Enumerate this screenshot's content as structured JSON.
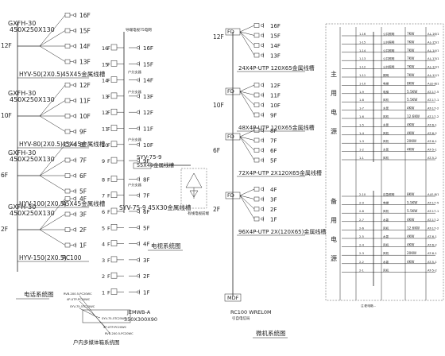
{
  "telephone": {
    "title": "电话系统图",
    "floors": [
      {
        "level": "12F",
        "box_code": "GXFH-30",
        "box_size": "450X250X130",
        "cable": "HYV-50(2X0.5)",
        "pipe": "45X45金属线槽",
        "outlets": [
          "16F",
          "15F",
          "14F",
          "13F"
        ]
      },
      {
        "level": "10F",
        "box_code": "GXFH-30",
        "box_size": "450X250X130",
        "cable": "HYV-80(2X0.5)",
        "pipe": "45X45金属线槽",
        "outlets": [
          "12F",
          "11F",
          "10F",
          "9F"
        ]
      },
      {
        "level": "6F",
        "box_code": "GXFH-30",
        "box_size": "450X250X130",
        "cable": "HYV-100(2X0.5)",
        "pipe": "45X45金属线槽",
        "outlets": [
          "8F",
          "7F",
          "6F",
          "5F"
        ]
      },
      {
        "level": "2F",
        "box_code": "GXFH-30",
        "box_size": "450X250X130",
        "cable": "HYV-150(2X0.5)",
        "pipe": "RC100",
        "outlets": [
          "4F",
          "3F",
          "2F",
          "1F"
        ]
      }
    ]
  },
  "tv": {
    "title": "电视系统图",
    "header_note": "导端电视75电网",
    "floors": [
      "16F",
      "15F",
      "14F",
      "13F",
      "12F",
      "11F",
      "10F",
      "9F",
      "8F",
      "7F",
      "6F",
      "5F",
      "4F",
      "3F",
      "2F",
      "1F"
    ],
    "side_labels": [
      {
        "level": "10F",
        "text": "户分支器"
      },
      {
        "level": "9F",
        "text": "户分支器"
      },
      {
        "level": "6F",
        "text": "户分支器"
      },
      {
        "level": "4F",
        "text": "户分支器"
      }
    ],
    "trunk_label": "SYV-75-9",
    "trunk_size": "55X40金属线槽",
    "bottom_label": "SYV-75-9 45X30金属线槽",
    "antenna_note": "有线电视前端"
  },
  "data_net": {
    "title": "微机系统图",
    "floors": [
      {
        "level": "12F",
        "box": "FD",
        "cable": "24X4P-UTP 120X65金属线槽",
        "outlets": [
          "16F",
          "15F",
          "14F",
          "13F"
        ]
      },
      {
        "level": "10F",
        "box": "FD",
        "cable": "48X4P-UTP 120X65金属线槽",
        "outlets": [
          "12F",
          "11F",
          "10F",
          "9F"
        ]
      },
      {
        "level": "6F",
        "box": "FD",
        "cable": "72X4P-UTP 2X120X65金属线槽",
        "outlets": [
          "8F",
          "7F",
          "6F",
          "5F"
        ]
      },
      {
        "level": "2F",
        "box": "FD",
        "cable": "96X4P-UTP 2X(120X65)金属线槽",
        "outlets": [
          "4F",
          "3F",
          "2F",
          "1F"
        ]
      }
    ],
    "mdf": "MDF",
    "riser": "RC100 WREL0M",
    "riser_note": "引自电信局"
  },
  "household": {
    "title": "户内多媒体箱系统图",
    "box_code": "JEMWB-A",
    "box_size": "350X300X90",
    "lines": [
      "RVB-2X0.5-PC20WC",
      "4P-UTP-PC20WC",
      "SYV-75-5TC25WC",
      "SYV-75-5TC25WC",
      "4P-UTP-PC20WC",
      "RVB-2X0.5-PC20WC"
    ]
  },
  "schedule": {
    "main_label": [
      "主",
      "用",
      "电",
      "源"
    ],
    "backup_label": [
      "备",
      "用",
      "电",
      "源"
    ],
    "main_rows": [
      {
        "id": "1-16",
        "name": "公共照明",
        "kw": "7KW",
        "circuit": "AL-16/1"
      },
      {
        "id": "1-15",
        "name": "公共照明",
        "kw": "7KW",
        "circuit": "AL-15/1"
      },
      {
        "id": "1-14",
        "name": "公共照明",
        "kw": "7KW",
        "circuit": "AL-14/1"
      },
      {
        "id": "1-13",
        "name": "公共照明",
        "kw": "7KW",
        "circuit": "AL-13/1"
      },
      {
        "id": "1-12",
        "name": "公共照明",
        "kw": "7KW",
        "circuit": "AL-12/1"
      },
      {
        "id": "1-11",
        "name": "照明",
        "kw": "7KW",
        "circuit": "AL-11/1"
      },
      {
        "id": "1-10",
        "name": "电梯",
        "kw": "8KW",
        "circuit": "ALE-8/1"
      },
      {
        "id": "1-9",
        "name": "电梯",
        "kw": "5.5KW",
        "circuit": "AT-17-5"
      },
      {
        "id": "1-8",
        "name": "风机",
        "kw": "5.5KW",
        "circuit": "AT-17-1"
      },
      {
        "id": "1-7",
        "name": "水泵",
        "kw": "4KW",
        "circuit": "AT-17-2"
      },
      {
        "id": "1-6",
        "name": "风机",
        "kw": "12.6KW",
        "circuit": "AT-17-2"
      },
      {
        "id": "1-5",
        "name": "水泵",
        "kw": "4KW",
        "circuit": "AT-6-1"
      },
      {
        "id": "1-4",
        "name": "风机",
        "kw": "4KW",
        "circuit": "AT-6-2"
      },
      {
        "id": "1-3",
        "name": "风机",
        "kw": "20KW",
        "circuit": "AT-6-1"
      },
      {
        "id": "1-2",
        "name": "水泵",
        "kw": "4KW",
        "circuit": "AT-5-1"
      },
      {
        "id": "1-1",
        "name": "风机",
        "kw": "",
        "circuit": "AT-5-2"
      }
    ],
    "backup_rows": [
      {
        "id": "2-10",
        "name": "应急照明",
        "kw": "8KW",
        "circuit": "ALE-8/1"
      },
      {
        "id": "2-9",
        "name": "电梯",
        "kw": "5.5KW",
        "circuit": "AT-17-5"
      },
      {
        "id": "2-8",
        "name": "风机",
        "kw": "5.5KW",
        "circuit": "AT-17-1"
      },
      {
        "id": "2-7",
        "name": "水泵",
        "kw": "4KW",
        "circuit": "AT-17-2"
      },
      {
        "id": "2-6",
        "name": "风机",
        "kw": "12.6KW",
        "circuit": "AT-17-2"
      },
      {
        "id": "2-5",
        "name": "水泵",
        "kw": "4KW",
        "circuit": "AT-6-1"
      },
      {
        "id": "2-4",
        "name": "风机",
        "kw": "4KW",
        "circuit": "AT-6-2"
      },
      {
        "id": "2-3",
        "name": "风机",
        "kw": "20KW",
        "circuit": "AT-6-1"
      },
      {
        "id": "2-2",
        "name": "水泵",
        "kw": "4KW",
        "circuit": "AT-5-1"
      },
      {
        "id": "2-1",
        "name": "风机",
        "kw": "",
        "circuit": "AT-5-2"
      }
    ],
    "footnote": "注:配电箱..."
  }
}
